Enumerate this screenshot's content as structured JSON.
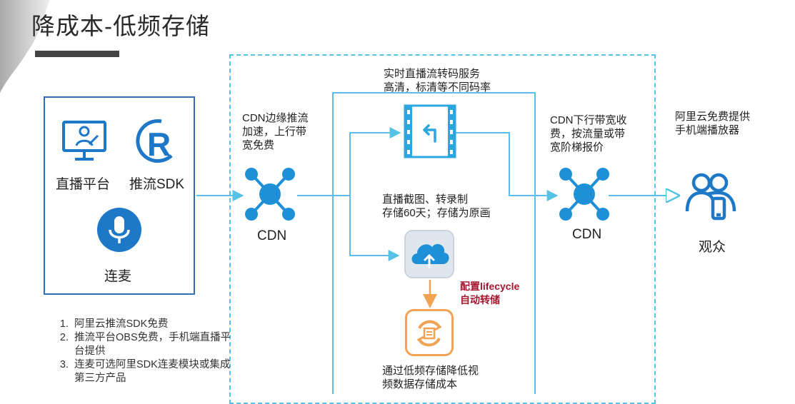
{
  "header": {
    "title": "降成本-低频存储"
  },
  "client": {
    "items": [
      {
        "label": "直播平台",
        "icon": "monitor-user-icon"
      },
      {
        "label": "推流SDK",
        "icon": "r-logo-icon"
      },
      {
        "label": "连麦",
        "icon": "microphone-icon"
      }
    ]
  },
  "notes": [
    "阿里云推流SDK免费",
    "推流平台OBS免费，手机端直播平台提供",
    "连麦可选阿里SDK连麦模块或集成第三方产品"
  ],
  "cdn_edge": {
    "label": "CDN",
    "desc": [
      "CDN边缘推流",
      "加速，上行带",
      "宽免费"
    ]
  },
  "transcode": {
    "desc": [
      "实时直播流转码服务",
      "高清，标清等不同码率"
    ],
    "icon": "video-frame-icon"
  },
  "snapshot": {
    "desc": [
      "直播截图、转录制",
      "存储60天；存储为原画"
    ],
    "icon": "cloud-upload-icon"
  },
  "lifecycle": {
    "label": [
      "配置lifecycle",
      "自动转储"
    ]
  },
  "archive": {
    "desc": [
      "通过低频存储降低视",
      "频数据存储成本"
    ],
    "icon": "archive-icon"
  },
  "cdn_down": {
    "label": "CDN",
    "desc": [
      "CDN下行带宽收",
      "费，按流量或带",
      "宽阶梯报价"
    ]
  },
  "player": {
    "desc": [
      "阿里云免费提供",
      "手机端播放器"
    ]
  },
  "audience": {
    "label": "观众",
    "icon": "audience-phone-icon"
  },
  "colors": {
    "accent": "#56c3e6",
    "brand_blue": "#1e90d8",
    "box_border": "#2f6fb2",
    "orange": "#f2a253",
    "red_text": "#a3172f"
  }
}
